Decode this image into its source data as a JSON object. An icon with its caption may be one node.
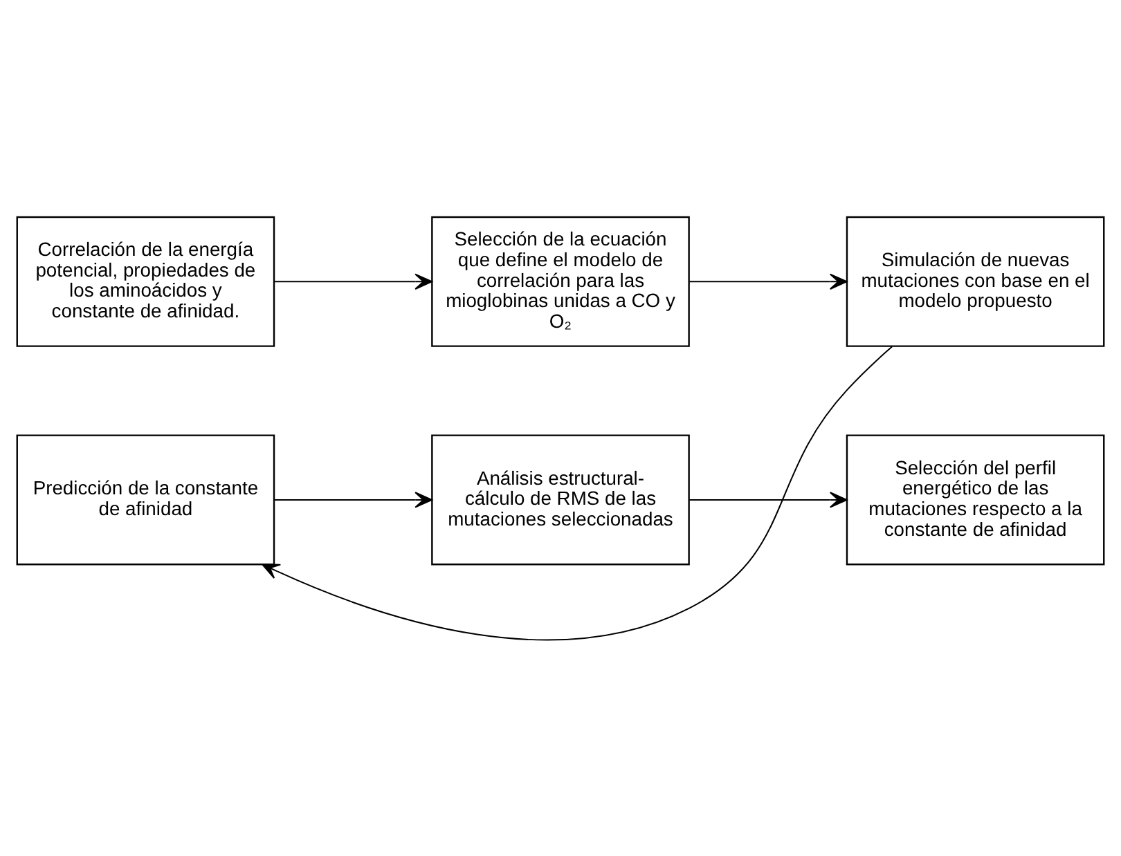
{
  "diagram": {
    "nodes": [
      {
        "text": [
          "Correlación de la energía potencial, propiedades de los aminoácidos y constante de afinidad."
        ]
      },
      {
        "text": [
          "Selección de la ecuación que define el modelo de correlación para las mioglobinas unidas a CO y O₂"
        ]
      },
      {
        "text": [
          "Predicción de la constante de afinidad"
        ]
      },
      {
        "text": [
          "Simulación de nuevas mutaciones con base en el modelo propuesto"
        ]
      },
      {
        "text": [
          "Análisis estructural-cálculo de RMS de las mutaciones seleccionadas"
        ]
      },
      {
        "text": [
          "Selección del perfil energético de las mutaciones respecto a la constante de afinidad"
        ]
      }
    ],
    "edges": [
      {
        "from": 0,
        "to": 1,
        "arrow": "to"
      },
      {
        "from": 1,
        "to": 3,
        "arrow": "to"
      },
      {
        "from": 3,
        "to": 2,
        "arrow": "to"
      },
      {
        "from": 2,
        "to": 4,
        "arrow": "to"
      },
      {
        "from": 4,
        "to": 5,
        "arrow": "to"
      }
    ]
  }
}
